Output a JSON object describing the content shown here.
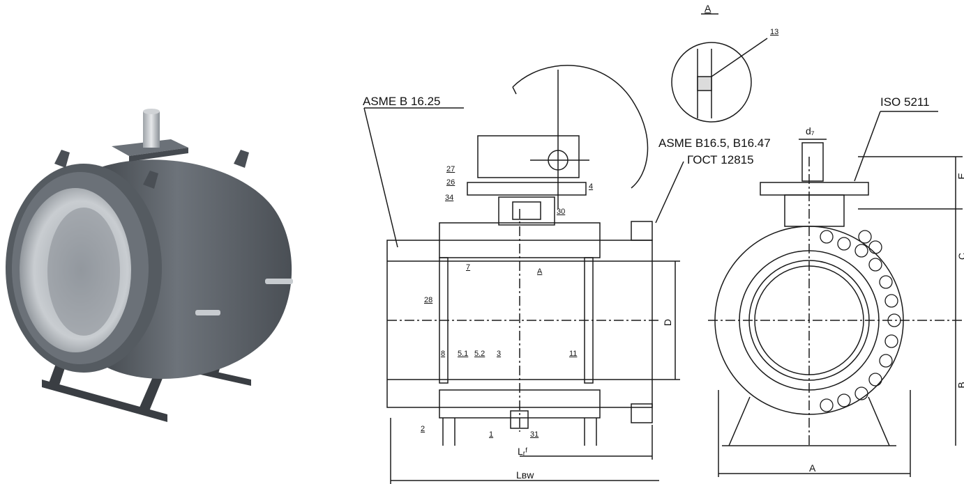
{
  "standards": {
    "asme_b1625": "ASME B 16.25",
    "asme_b165_line1": "ASME B16.5, B16.47",
    "asme_b165_line2": "ГОСТ 12815",
    "iso": "ISO 5211"
  },
  "section_label": "A",
  "callouts": [
    "13",
    "27",
    "26",
    "4",
    "34",
    "30",
    "7",
    "A",
    "28",
    "8",
    "5.1",
    "5.2",
    "3",
    "11",
    "2",
    "1",
    "31"
  ],
  "dimensions": {
    "d7": "d₇",
    "E": "E",
    "C": "C",
    "D": "D",
    "B": "B",
    "A": "A",
    "L_RF": "Lᵣᶠ",
    "L_BW": "Lʙᴡ"
  },
  "colors": {
    "line": "#1a1a1a",
    "valve_body": "#5e646b"
  }
}
